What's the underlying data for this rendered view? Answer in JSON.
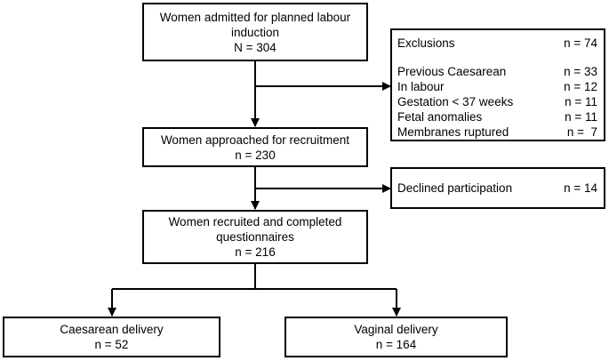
{
  "admitted": {
    "line1": "Women admitted for planned labour",
    "line2": "induction",
    "count": "N = 304"
  },
  "exclusions": {
    "title": "Exclusions",
    "total": "n = 74",
    "items": [
      {
        "label": "Previous Caesarean",
        "count": "n = 33"
      },
      {
        "label": "In labour",
        "count": "n = 12"
      },
      {
        "label": "Gestation < 37 weeks",
        "count": "n = 11"
      },
      {
        "label": "Fetal anomalies",
        "count": "n = 11"
      },
      {
        "label": "Membranes ruptured",
        "count": "n =  7"
      }
    ]
  },
  "approached": {
    "line1": "Women approached for recruitment",
    "count": "n = 230"
  },
  "declined": {
    "label": "Declined participation",
    "count": "n = 14"
  },
  "recruited": {
    "line1": "Women recruited and completed",
    "line2": "questionnaires",
    "count": "n = 216"
  },
  "caesarean": {
    "label": "Caesarean delivery",
    "count": "n = 52"
  },
  "vaginal": {
    "label": "Vaginal delivery",
    "count": "n = 164"
  }
}
